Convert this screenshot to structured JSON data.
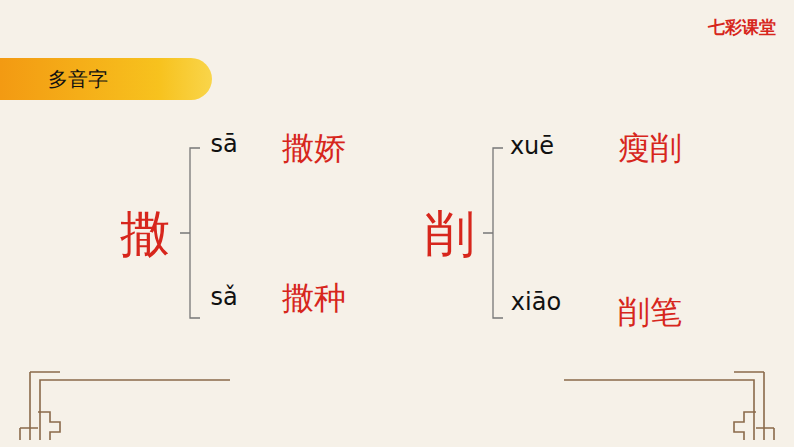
{
  "diagram": {
    "nodes": [
      {
        "text": [
          "多音字"
        ]
      }
    ],
    "labels": [
      "七彩课堂",
      "撒",
      "sā",
      "撒娇",
      "sǎ",
      "撒种",
      "削",
      "xuē",
      "瘦削",
      "xiāo",
      "削笔"
    ]
  }
}
